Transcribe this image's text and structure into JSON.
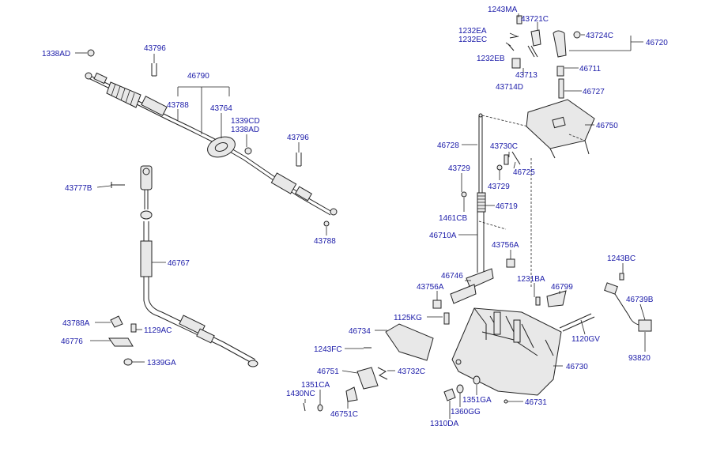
{
  "labels": {
    "l_1338AD_a": "1338AD",
    "l_43796_a": "43796",
    "l_46790": "46790",
    "l_43788_a": "43788",
    "l_43764": "43764",
    "l_1339CD": "1339CD",
    "l_1338AD_b": "1338AD",
    "l_43796_b": "43796",
    "l_43777B": "43777B",
    "l_43788_b": "43788",
    "l_46767": "46767",
    "l_43788A": "43788A",
    "l_1129AC": "1129AC",
    "l_46776": "46776",
    "l_1339GA": "1339GA",
    "l_1243MA": "1243MA",
    "l_43721C": "43721C",
    "l_1232EA": "1232EA",
    "l_1232EC": "1232EC",
    "l_43724C": "43724C",
    "l_46720": "46720",
    "l_1232EB": "1232EB",
    "l_43713": "43713",
    "l_46711": "46711",
    "l_43714D": "43714D",
    "l_46727": "46727",
    "l_46750": "46750",
    "l_46728": "46728",
    "l_43730C": "43730C",
    "l_46725": "46725",
    "l_43729_a": "43729",
    "l_43729_b": "43729",
    "l_1461CB": "1461CB",
    "l_46719": "46719",
    "l_46710A": "46710A",
    "l_43756A_a": "43756A",
    "l_1243BC": "1243BC",
    "l_46746": "46746",
    "l_43756A_b": "43756A",
    "l_1231BA": "1231BA",
    "l_46799": "46799",
    "l_46739B": "46739B",
    "l_1125KG": "1125KG",
    "l_46734": "46734",
    "l_1120GV": "1120GV",
    "l_1243FC": "1243FC",
    "l_46730": "46730",
    "l_93820": "93820",
    "l_46751": "46751",
    "l_43732C": "43732C",
    "l_1351CA": "1351CA",
    "l_1351GA": "1351GA",
    "l_1430NC": "1430NC",
    "l_46731": "46731",
    "l_46751C": "46751C",
    "l_1360GG": "1360GG",
    "l_1310DA": "1310DA"
  },
  "colors": {
    "label": "#1a1aa8",
    "line": "#222222",
    "background": "#ffffff"
  }
}
